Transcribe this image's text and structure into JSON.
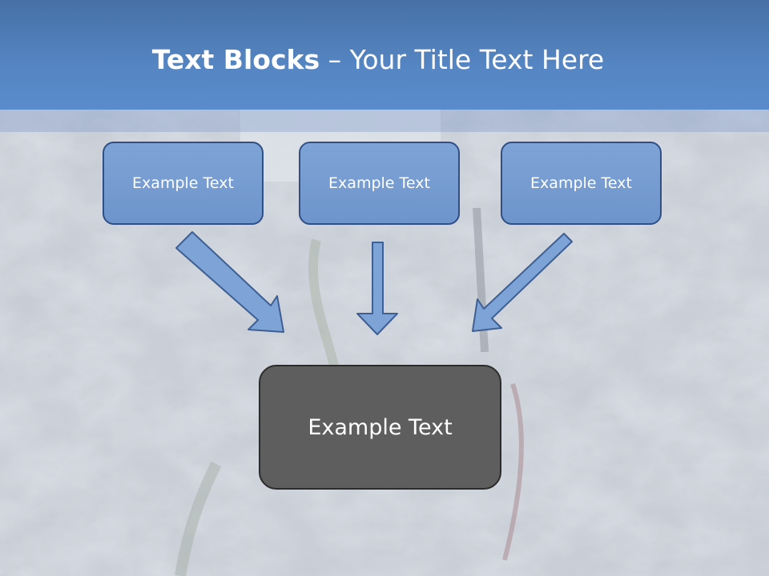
{
  "title": {
    "bold": "Text Blocks",
    "dash": " – ",
    "rest": "Your Title Text Here"
  },
  "boxes": [
    {
      "label": "Example Text"
    },
    {
      "label": "Example Text"
    },
    {
      "label": "Example Text"
    }
  ],
  "main_box": {
    "label": "Example Text"
  },
  "colors": {
    "header": "#5585c2",
    "box_fill": "#7ea3d6",
    "box_border": "#2f4f86",
    "main_fill": "#5e5e5e",
    "arrow_fill": "#7ea3d6",
    "arrow_stroke": "#3d5f93"
  }
}
